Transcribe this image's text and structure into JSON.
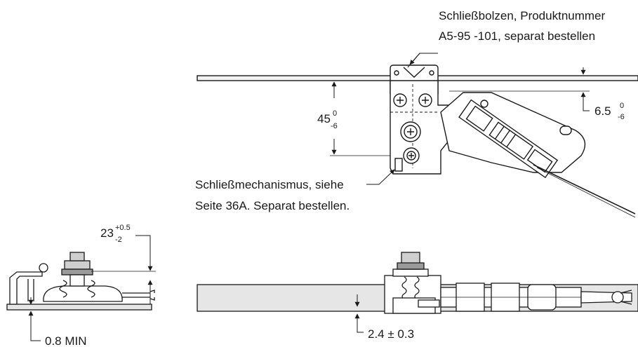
{
  "labels": {
    "bolt_line1": "Schließbolzen, Produktnummer",
    "bolt_line2": "A5-95 -101, separat bestellen",
    "mech_line1": "Schließmechanismus, siehe",
    "mech_line2": "Seite 36A.  Separat bestellen."
  },
  "dimensions": {
    "d45": {
      "main": "45",
      "upper": "0",
      "lower": "-6"
    },
    "d6_5": {
      "main": "6.5",
      "upper": "0",
      "lower": "-6"
    },
    "d23": {
      "main": "23",
      "upper": "+0.5",
      "lower": "-2"
    },
    "d0_8": {
      "main": "0.8 MIN"
    },
    "d2_4": {
      "main": "2.4 ± 0.3"
    }
  },
  "colors": {
    "line": "#1a1a1a",
    "fill_light": "#e6e6e6",
    "fill_mid": "#cfcfcf",
    "fill_dark": "#9a9a9a"
  }
}
